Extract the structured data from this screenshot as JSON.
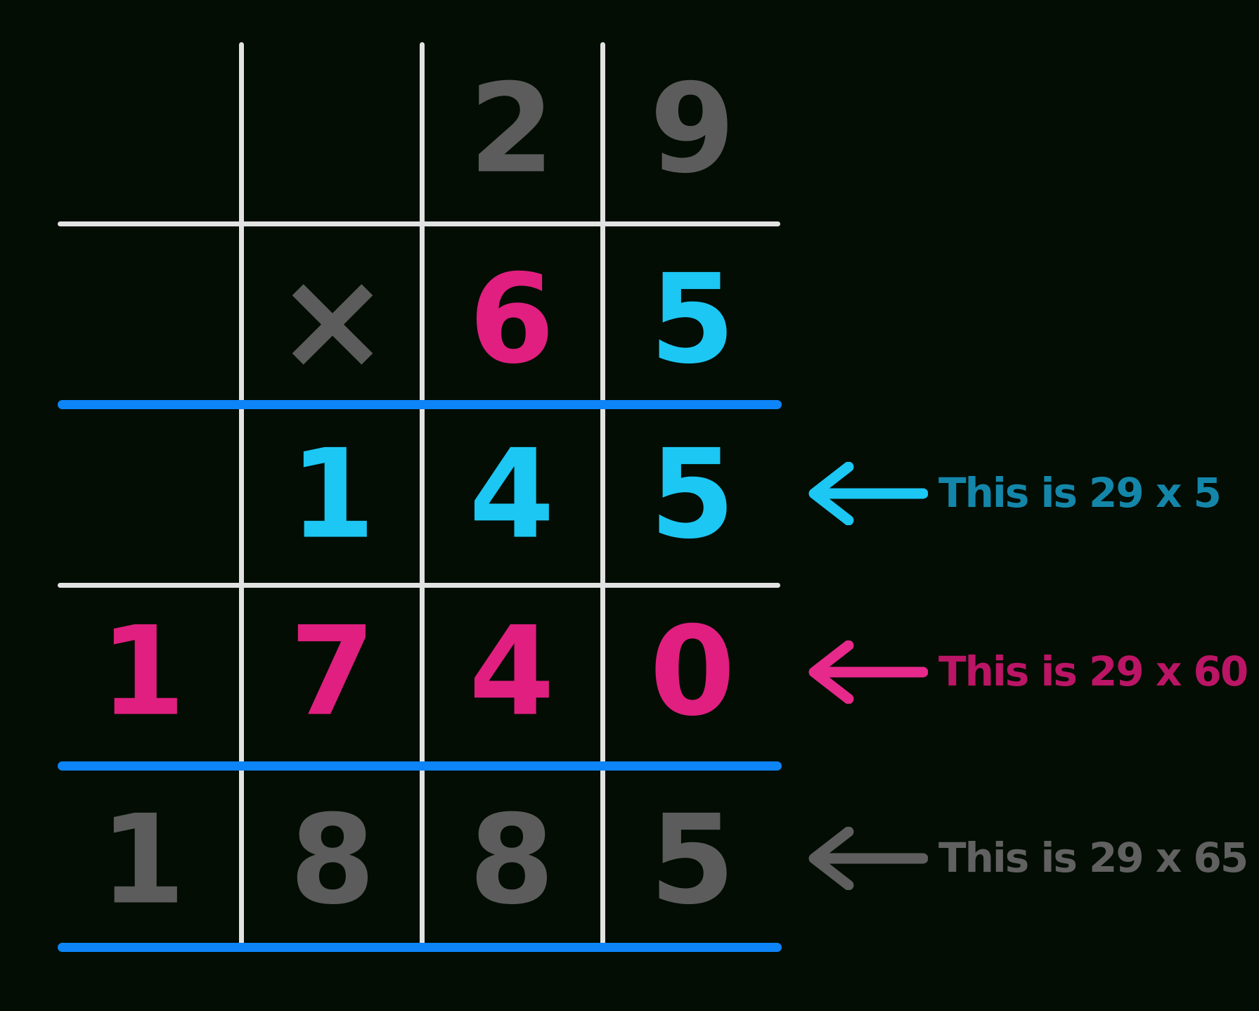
{
  "colors": {
    "background": "#030d03",
    "grid_line": "#e2e2e2",
    "answer_line_blue": "#0d84f7",
    "digit_gray": "#5c5c5c",
    "digit_pink": "#e01f80",
    "digit_cyan": "#1cc7f4",
    "label_teal": "#1486aa",
    "label_pink": "#bb1566",
    "label_gray": "#616161"
  },
  "problem": {
    "multiplicand": "29",
    "operator": "×",
    "multiplier": "65",
    "partial_product_1": "145",
    "partial_product_2": "1740",
    "product": "1885"
  },
  "grid": {
    "rows": [
      {
        "name": "multiplicand-row",
        "cells": [
          {
            "text": "2"
          },
          {
            "text": "9"
          }
        ]
      },
      {
        "name": "multiplier-row",
        "cells": [
          {
            "text": "×"
          },
          {
            "text": "6"
          },
          {
            "text": "5"
          }
        ]
      },
      {
        "name": "partial-product-1-row",
        "cells": [
          {
            "text": "1"
          },
          {
            "text": "4"
          },
          {
            "text": "5"
          }
        ]
      },
      {
        "name": "partial-product-2-row",
        "cells": [
          {
            "text": "1"
          },
          {
            "text": "7"
          },
          {
            "text": "4"
          },
          {
            "text": "0"
          }
        ]
      },
      {
        "name": "product-row",
        "cells": [
          {
            "text": "1"
          },
          {
            "text": "8"
          },
          {
            "text": "8"
          },
          {
            "text": "5"
          }
        ]
      }
    ]
  },
  "annotations": [
    {
      "text": "This is 29 x 5"
    },
    {
      "text": "This is 29 x 60"
    },
    {
      "text": "This is 29 x 65"
    }
  ]
}
